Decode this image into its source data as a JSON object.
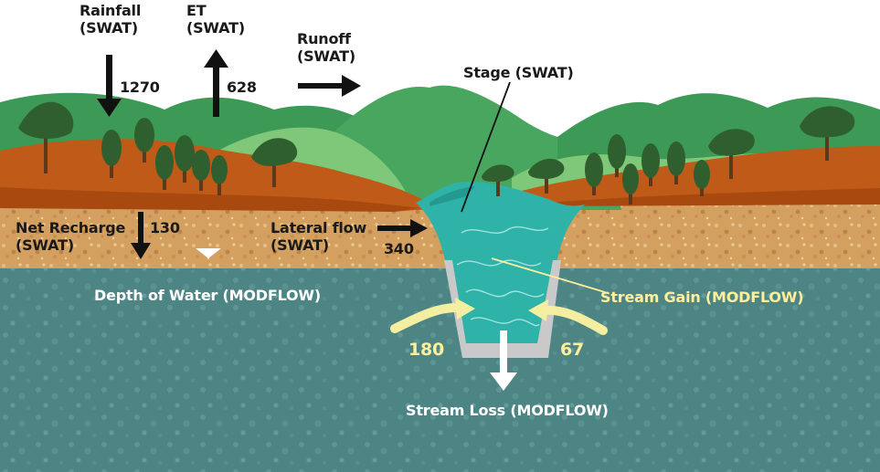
{
  "labels": {
    "rainfall": "Rainfall\n(SWAT)",
    "rainfall_value": "1270",
    "et": "ET\n(SWAT)",
    "et_value": "628",
    "runoff": "Runoff\n(SWAT)",
    "stage": "Stage (SWAT)",
    "net_recharge": "Net Recharge\n(SWAT)",
    "net_recharge_value": "130",
    "lateral_flow": "Lateral flow\n(SWAT)",
    "lateral_flow_value": "340",
    "depth_of_water": "Depth of Water (MODFLOW)",
    "stream_gain": "Stream Gain (MODFLOW)",
    "gain_left_value": "180",
    "gain_right_value": "67",
    "stream_loss": "Stream Loss (MODFLOW)"
  },
  "colors": {
    "sky": "#ffffff",
    "hill_dark": "#3c9a56",
    "hill_light": "#7fc779",
    "topsoil": "#c05a18",
    "unsaturated_zone": "#d8a164",
    "groundwater": "#4d8585",
    "stream_water": "#2fb3a9",
    "stream_bed": "#c9c9c9",
    "gain_arrow": "#f4eea0",
    "tree": "#2f5f2e"
  }
}
